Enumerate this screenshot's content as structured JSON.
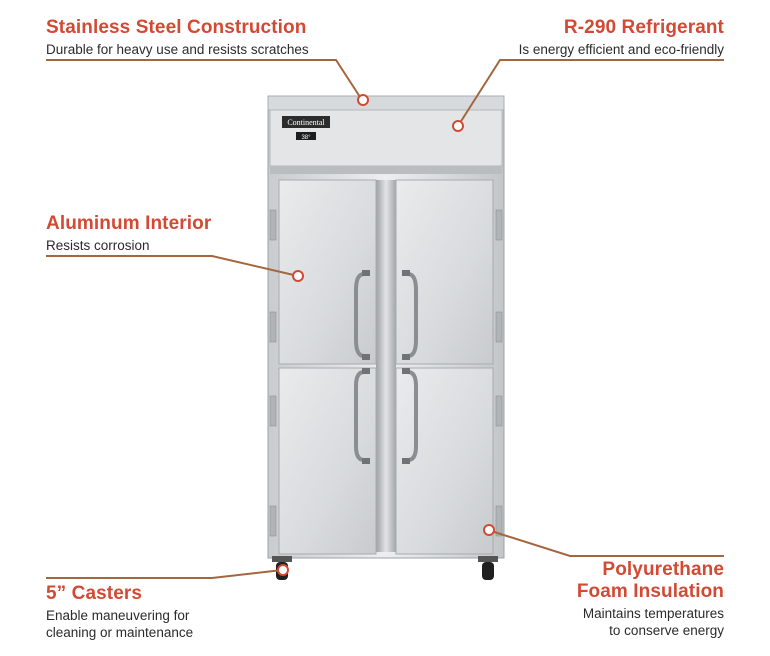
{
  "brand": {
    "logo_text": "Continental",
    "display_readout": "38°"
  },
  "colors": {
    "accent": "#d24a34",
    "leader_line": "#a4663f",
    "body_text": "#2b2b2b"
  },
  "callouts": {
    "stainless": {
      "title": "Stainless Steel Construction",
      "desc": "Durable for heavy use and resists scratches"
    },
    "refrigerant": {
      "title": "R-290 Refrigerant",
      "desc": "Is energy efficient and eco-friendly"
    },
    "aluminum": {
      "title": "Aluminum Interior",
      "desc": "Resists corrosion"
    },
    "casters": {
      "title": "5” Casters",
      "desc_line1": "Enable maneuvering for",
      "desc_line2": "cleaning or maintenance"
    },
    "foam": {
      "title_line1": "Polyurethane",
      "title_line2": "Foam Insulation",
      "desc_line1": "Maintains temperatures",
      "desc_line2": "to conserve energy"
    }
  }
}
